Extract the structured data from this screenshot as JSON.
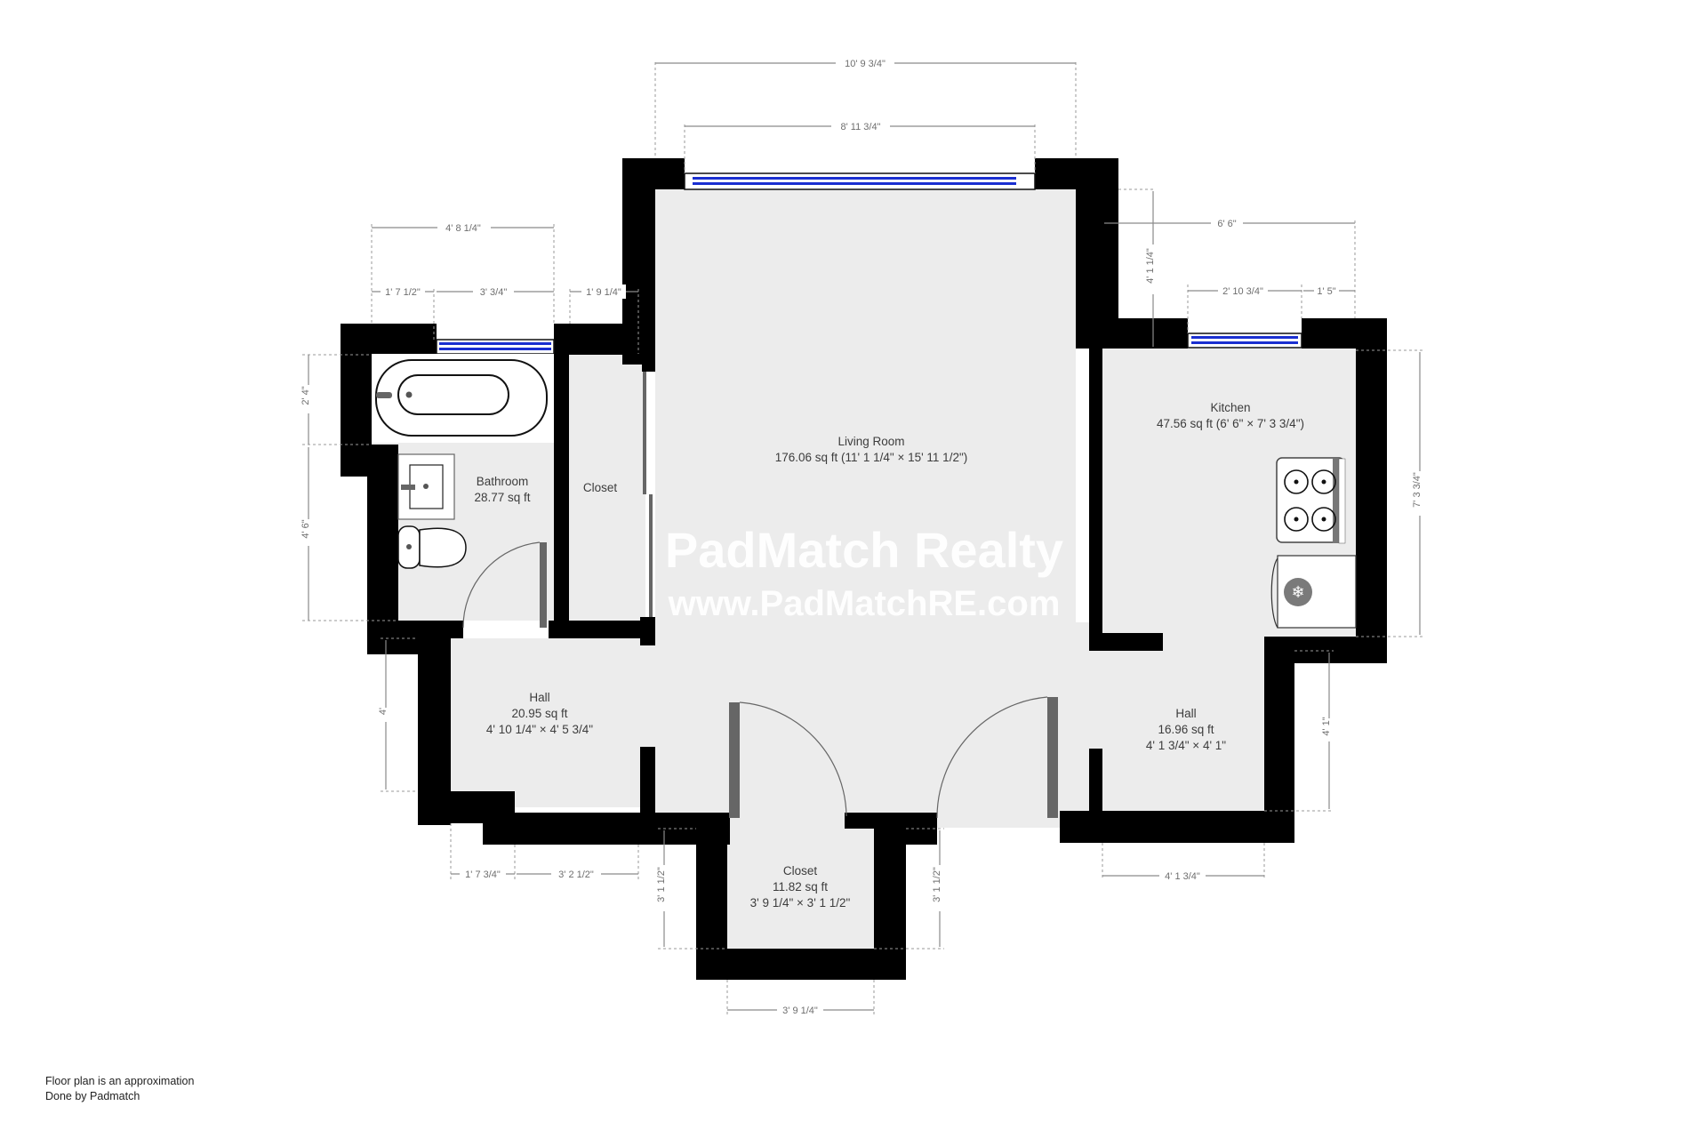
{
  "colors": {
    "wall": "#000000",
    "floor": "#ececec",
    "window": "#1a2fd0",
    "door": "#666666",
    "dimension": "#8a8a8a",
    "label": "#3c3c3c"
  },
  "rooms": {
    "living_room": {
      "name": "Living Room",
      "area": "176.06 sq ft (11' 1 1/4\" × 15' 11 1/2\")"
    },
    "kitchen": {
      "name": "Kitchen",
      "area": "47.56 sq ft (6' 6\" × 7' 3 3/4\")"
    },
    "bathroom": {
      "name": "Bathroom",
      "area": "28.77 sq ft"
    },
    "closet_left": {
      "name": "Closet"
    },
    "hall_left": {
      "name": "Hall",
      "area": "20.95 sq ft",
      "dims": "4' 10 1/4\" × 4' 5 3/4\""
    },
    "hall_right": {
      "name": "Hall",
      "area": "16.96 sq ft",
      "dims": "4' 1 3/4\" × 4' 1\""
    },
    "closet_bottom": {
      "name": "Closet",
      "area": "11.82 sq ft",
      "dims": "3' 9 1/4\" × 3' 1 1/2\""
    }
  },
  "dimensions": {
    "top_outer": "10' 9 3/4\"",
    "top_window": "8' 11 3/4\"",
    "bath_top_total": "4' 8 1/4\"",
    "bath_top_left": "1' 7 1/2\"",
    "bath_window": "3' 3/4\"",
    "closet_top": "1' 9 1/4\"",
    "bath_tub_height": "2' 4\"",
    "bath_lower_height": "4' 6\"",
    "kitchen_top_width": "6' 6\"",
    "kitchen_offset_height": "4' 1 1/4\"",
    "kitchen_window": "2' 10 3/4\"",
    "kitchen_window_right": "1' 5\"",
    "kitchen_height": "7' 3 3/4\"",
    "hall_left_height": "4'",
    "hall_left_bottom_a": "1' 7 3/4\"",
    "hall_left_bottom_b": "3' 2 1/2\"",
    "closet_left_height": "3' 1 1/2\"",
    "closet_right_height": "3' 1 1/2\"",
    "closet_bottom_width": "3' 9 1/4\"",
    "hall_right_height": "4' 1\"",
    "hall_right_bottom": "4' 1 3/4\""
  },
  "watermark": {
    "line1": "PadMatch Realty",
    "line2": "www.PadMatchRE.com"
  },
  "footer": {
    "line1": "Floor plan is an approximation",
    "line2": "Done by Padmatch"
  }
}
